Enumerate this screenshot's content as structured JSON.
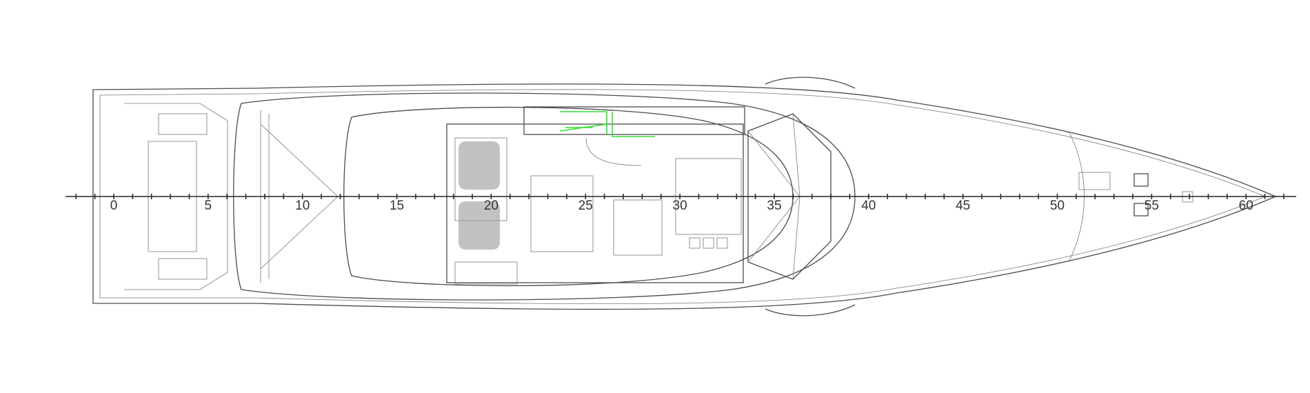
{
  "drawing": {
    "type": "yacht general arrangement - sun deck plan view",
    "line_color": "#4a4a4a",
    "highlight_color": "#2ee02e",
    "frame_axis": {
      "labels": [
        "0",
        "5",
        "10",
        "15",
        "20",
        "25",
        "30",
        "35",
        "40",
        "45",
        "50",
        "55",
        "60"
      ],
      "frames": [
        0,
        5,
        10,
        15,
        20,
        25,
        30,
        35,
        40,
        45,
        50,
        55,
        60
      ]
    }
  }
}
